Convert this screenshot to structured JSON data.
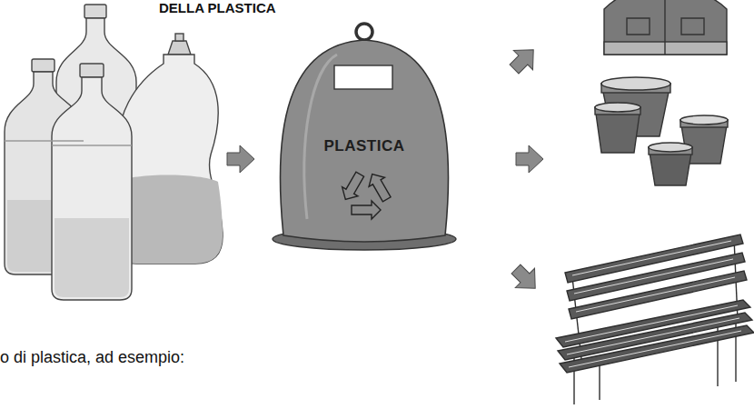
{
  "diagram": {
    "title": "DELLA PLASTICA",
    "nodes": [
      {
        "text": [
          "PLASTICA"
        ]
      }
    ],
    "labels": [
      "o di plastica, ad esempio:"
    ]
  }
}
